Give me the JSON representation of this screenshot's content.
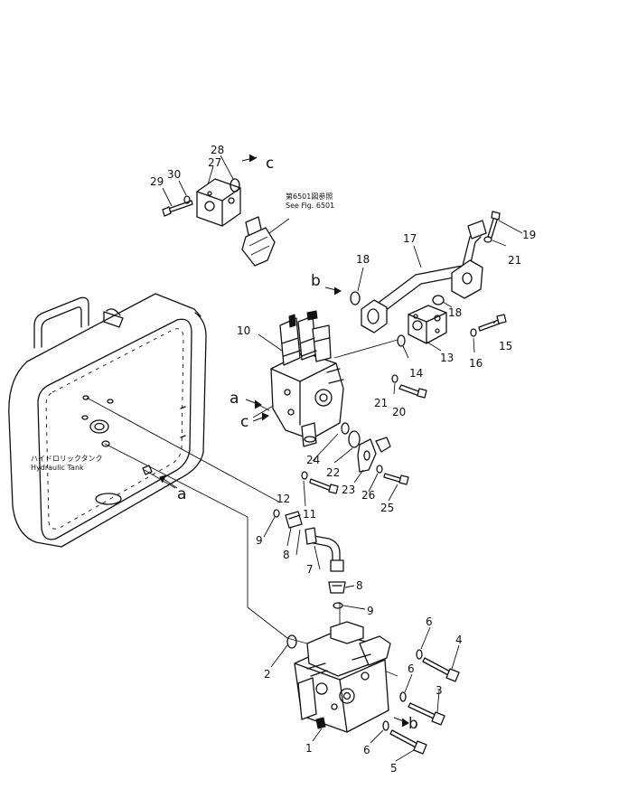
{
  "callouts": [
    "1",
    "2",
    "3",
    "4",
    "5",
    "6",
    "6",
    "6",
    "7",
    "8",
    "8",
    "9",
    "9",
    "10",
    "11",
    "12",
    "13",
    "14",
    "15",
    "16",
    "17",
    "18",
    "18",
    "19",
    "20",
    "21",
    "21",
    "22",
    "23",
    "24",
    "25",
    "26",
    "27",
    "28",
    "29",
    "30"
  ],
  "reference_letters": [
    "a",
    "a",
    "b",
    "b",
    "c",
    "c"
  ],
  "notes": {
    "see_fig_jp": "第6501図参照",
    "see_fig_en": "See Fig. 6501",
    "tank_jp": "ハイドロリックタンク",
    "tank_en": "Hydraulic Tank"
  }
}
